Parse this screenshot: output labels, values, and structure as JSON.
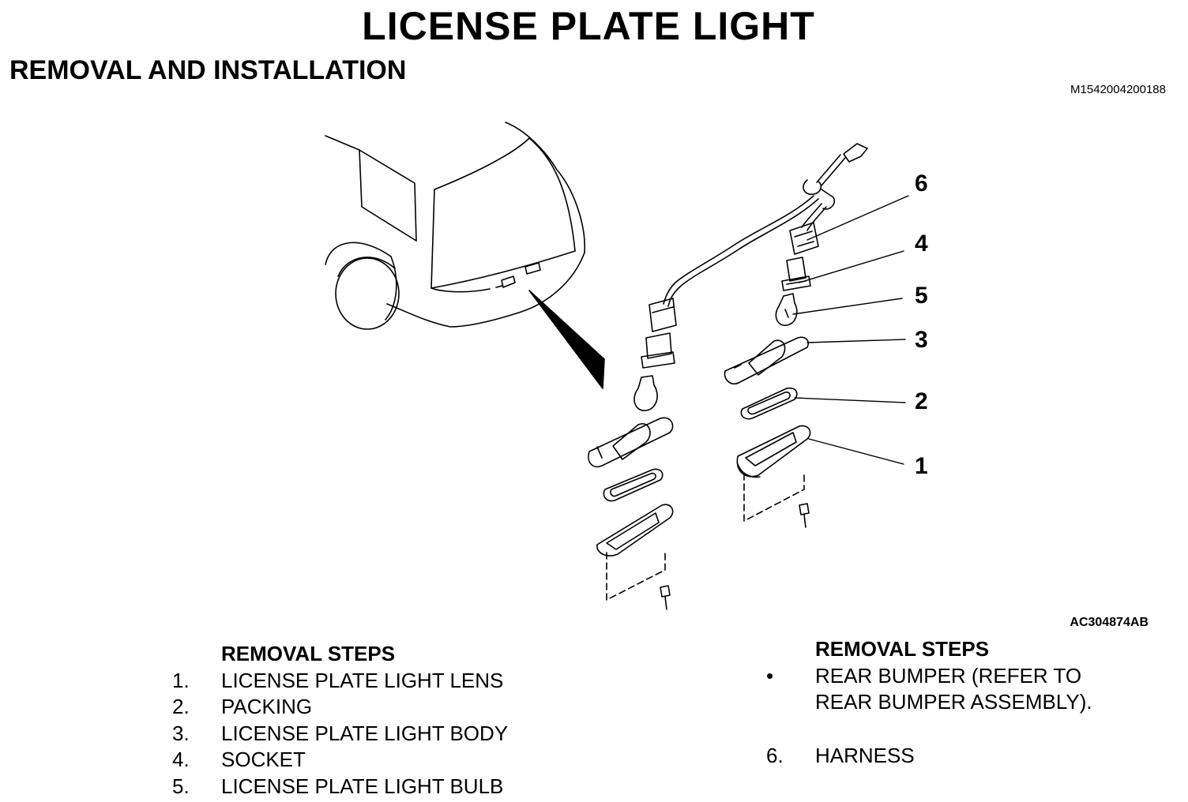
{
  "page": {
    "title": "LICENSE PLATE LIGHT",
    "subtitle": "REMOVAL AND INSTALLATION",
    "doc_code": "M1542004200188",
    "figure_code": "AC304874AB"
  },
  "callouts": [
    "6",
    "4",
    "5",
    "3",
    "2",
    "1"
  ],
  "steps_left": {
    "heading": "REMOVAL STEPS",
    "items": [
      {
        "num": "1.",
        "text": "LICENSE PLATE LIGHT LENS"
      },
      {
        "num": "2.",
        "text": "PACKING"
      },
      {
        "num": "3.",
        "text": "LICENSE PLATE LIGHT BODY"
      },
      {
        "num": "4.",
        "text": "SOCKET"
      },
      {
        "num": "5.",
        "text": "LICENSE PLATE LIGHT BULB"
      }
    ]
  },
  "steps_right": {
    "heading": "REMOVAL STEPS",
    "prereq_bullet": "•",
    "prereq_line1": "REAR BUMPER (REFER TO",
    "prereq_line2": "REAR BUMPER ASSEMBLY).",
    "items": [
      {
        "num": "6.",
        "text": "HARNESS"
      }
    ]
  }
}
